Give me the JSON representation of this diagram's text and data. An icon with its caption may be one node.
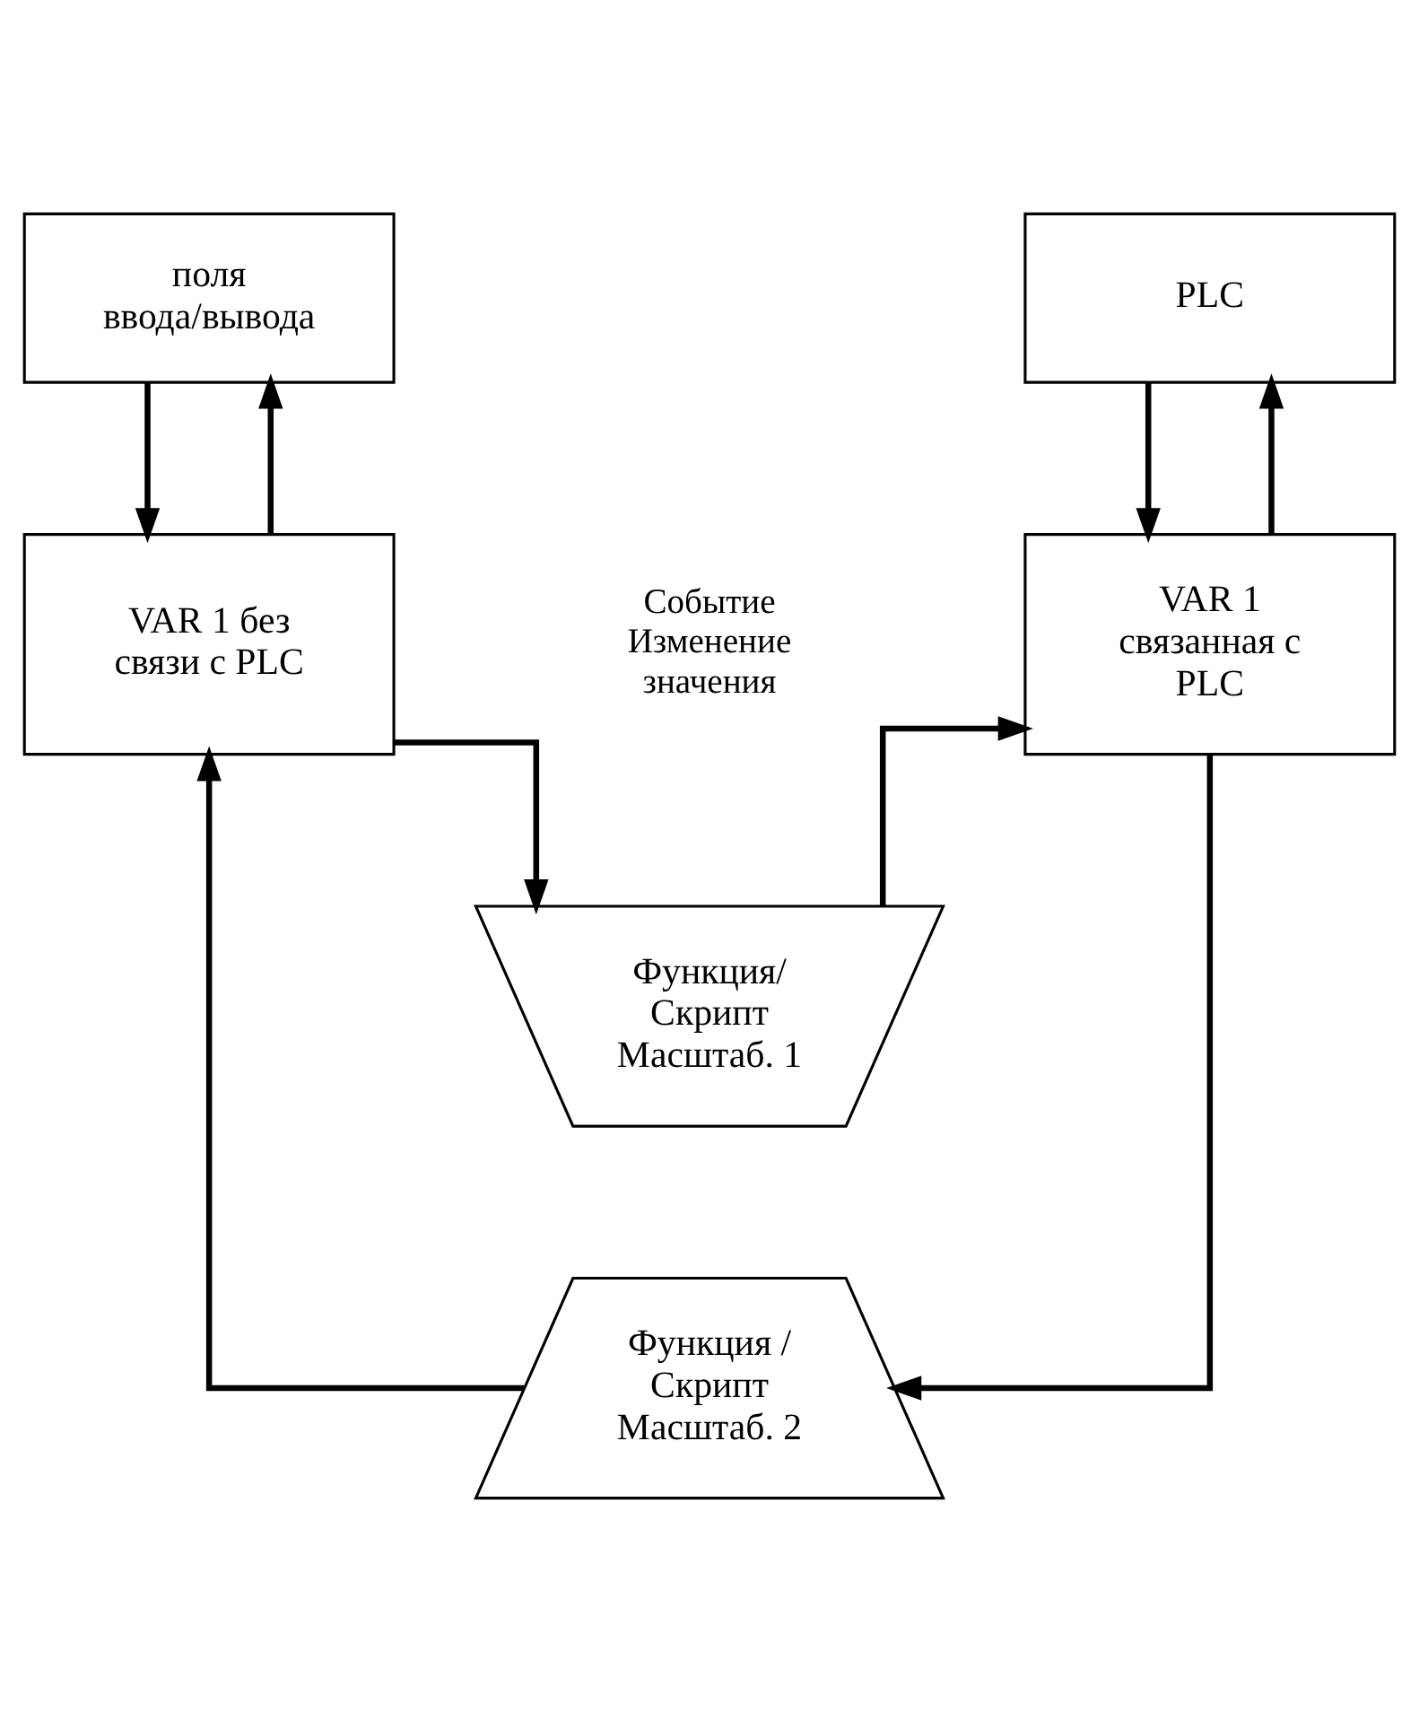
{
  "diagram": {
    "nodes": [
      {
        "text": [
          "поля ввода/вывода"
        ]
      },
      {
        "text": [
          "PLC"
        ]
      },
      {
        "text": [
          "VAR 1 без связи с PLC"
        ]
      },
      {
        "text": [
          "VAR 1 связанная с PLC"
        ]
      },
      {
        "text": [
          "Функция/ Скрипт Масштаб. 1"
        ]
      },
      {
        "text": [
          "Функция / Скрипт Масштаб. 2"
        ]
      }
    ],
    "edges": [
      {
        "from": 2,
        "to": 0,
        "arrow": "to"
      },
      {
        "from": 0,
        "to": 2,
        "arrow": "to"
      },
      {
        "from": 3,
        "to": 1,
        "arrow": "to"
      },
      {
        "from": 1,
        "to": 3,
        "arrow": "to"
      },
      {
        "from": 2,
        "to": 4,
        "arrow": "to"
      },
      {
        "from": 4,
        "to": 3,
        "arrow": "to"
      },
      {
        "from": 3,
        "to": 5,
        "arrow": "to"
      },
      {
        "from": 5,
        "to": 2,
        "arrow": "to"
      }
    ],
    "labels": [
      "Событие Изменение значения"
    ]
  }
}
